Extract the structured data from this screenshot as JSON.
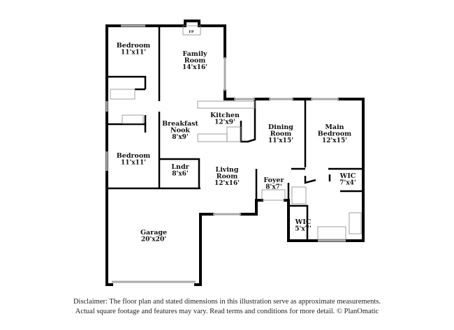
{
  "rooms": [
    {
      "name": "Bedroom",
      "dim": "11'x11'"
    },
    {
      "name": "Family\nRoom",
      "dim": "14'x16'"
    },
    {
      "name": "Kitchen",
      "dim": "12'x9'"
    },
    {
      "name": "Breakfast\nNook",
      "dim": "8'x9'"
    },
    {
      "name": "Dining\nRoom",
      "dim": "11'x15'"
    },
    {
      "name": "Main\nBedroom",
      "dim": "12'x15'"
    },
    {
      "name": "Bedroom",
      "dim": "11'x11'"
    },
    {
      "name": "Lndr",
      "dim": "8'x6'"
    },
    {
      "name": "Living\nRoom",
      "dim": "12'x16'"
    },
    {
      "name": "Foyer",
      "dim": "8'x7'"
    },
    {
      "name": "WIC",
      "dim": "7'x4'"
    },
    {
      "name": "WIC",
      "dim": "5'x7'"
    },
    {
      "name": "Garage",
      "dim": "20'x20'"
    }
  ],
  "fireplace_label": "FP",
  "disclaimer": {
    "line1": "Disclaimer: The floor plan and stated dimensions in this illustration serve as approximate measurements.",
    "line2": "Actual square footage and features may vary. Read terms and conditions for more detail. © PlanOmatic"
  }
}
